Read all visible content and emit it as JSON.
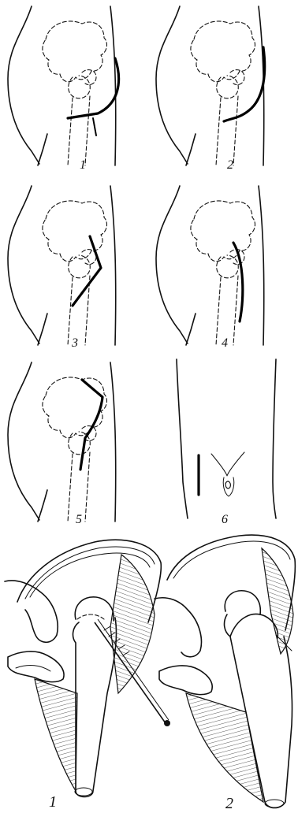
{
  "panels": [
    {
      "label": "1"
    },
    {
      "label": "2"
    },
    {
      "label": "3"
    },
    {
      "label": "4"
    },
    {
      "label": "5"
    },
    {
      "label": "6"
    }
  ],
  "hips": [
    {
      "label": "1"
    },
    {
      "label": "2"
    }
  ]
}
